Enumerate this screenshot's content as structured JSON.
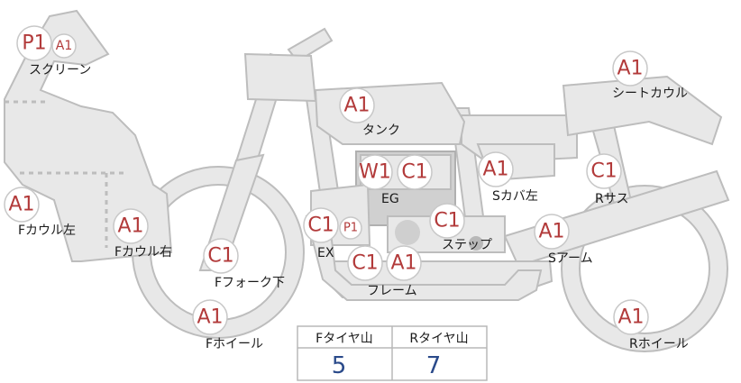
{
  "parts": [
    {
      "id": "screen",
      "label": "スクリーン",
      "badges": [
        "P1",
        "A1"
      ]
    },
    {
      "id": "tank",
      "label": "タンク",
      "badges": [
        "A1"
      ]
    },
    {
      "id": "seatcowl",
      "label": "シートカウル",
      "badges": [
        "A1"
      ]
    },
    {
      "id": "eg",
      "label": "EG",
      "badges": [
        "W1",
        "C1"
      ]
    },
    {
      "id": "scover",
      "label": "Sカバ左",
      "badges": [
        "A1"
      ]
    },
    {
      "id": "rsus",
      "label": "Rサス",
      "badges": [
        "C1"
      ]
    },
    {
      "id": "fcowl-l",
      "label": "Fカウル左",
      "badges": [
        "A1"
      ]
    },
    {
      "id": "fcowl-r",
      "label": "Fカウル右",
      "badges": [
        "A1"
      ]
    },
    {
      "id": "ex",
      "label": "EX",
      "badges": [
        "C1",
        "P1"
      ]
    },
    {
      "id": "step",
      "label": "ステップ",
      "badges": [
        "C1"
      ]
    },
    {
      "id": "sarm",
      "label": "Sアーム",
      "badges": [
        "A1"
      ]
    },
    {
      "id": "ffork",
      "label": "Fフォーク下",
      "badges": [
        "C1"
      ]
    },
    {
      "id": "frame",
      "label": "フレーム",
      "badges": [
        "C1",
        "A1"
      ]
    },
    {
      "id": "fwheel",
      "label": "Fホイール",
      "badges": [
        "A1"
      ]
    },
    {
      "id": "rwheel",
      "label": "Rホイール",
      "badges": [
        "A1"
      ]
    }
  ],
  "tread_table": {
    "headers": [
      "Fタイヤ山",
      "Rタイヤ山"
    ],
    "values": [
      "5",
      "7"
    ]
  }
}
